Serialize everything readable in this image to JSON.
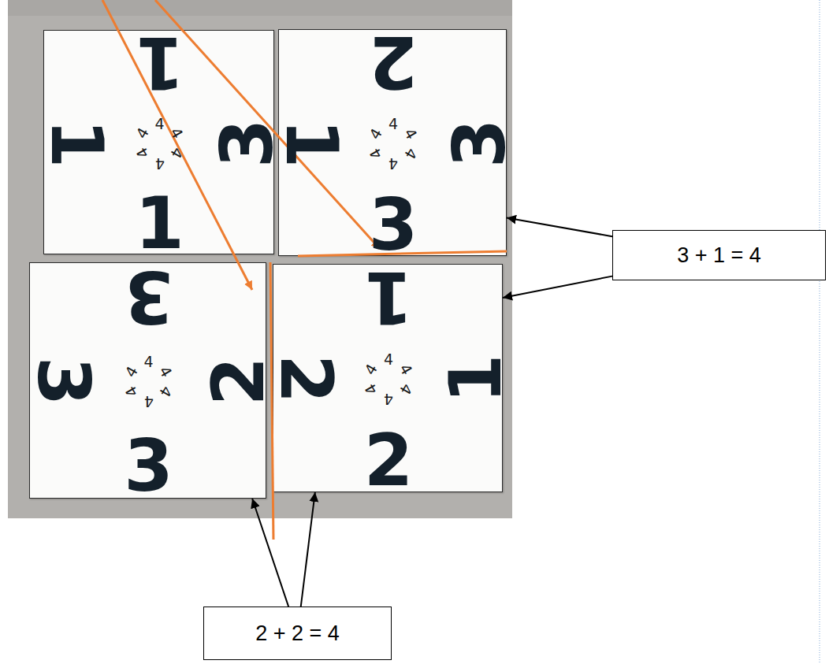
{
  "diagram": {
    "nodes": [
      {
        "text": [
          "1",
          "1",
          "3",
          "1",
          "4",
          "4",
          "4",
          "4",
          "4",
          "4"
        ]
      },
      {
        "text": [
          "2",
          "1",
          "3",
          "3",
          "4",
          "4",
          "4",
          "4",
          "4",
          "4"
        ]
      },
      {
        "text": [
          "3",
          "3",
          "2",
          "3",
          "4",
          "4",
          "4",
          "4",
          "4",
          "4"
        ]
      },
      {
        "text": [
          "1",
          "2",
          "1",
          "2",
          "4",
          "4",
          "4",
          "4",
          "4",
          "4"
        ]
      },
      {
        "text": [
          "3 + 1 = 4"
        ]
      },
      {
        "text": [
          "2 + 2 = 4"
        ]
      }
    ],
    "edges": [
      {
        "from": 4,
        "to": 1,
        "arrow": "to"
      },
      {
        "from": 4,
        "to": 3,
        "arrow": "to"
      },
      {
        "from": 5,
        "to": 2,
        "arrow": "to"
      },
      {
        "from": 5,
        "to": 3,
        "arrow": "to"
      }
    ]
  }
}
